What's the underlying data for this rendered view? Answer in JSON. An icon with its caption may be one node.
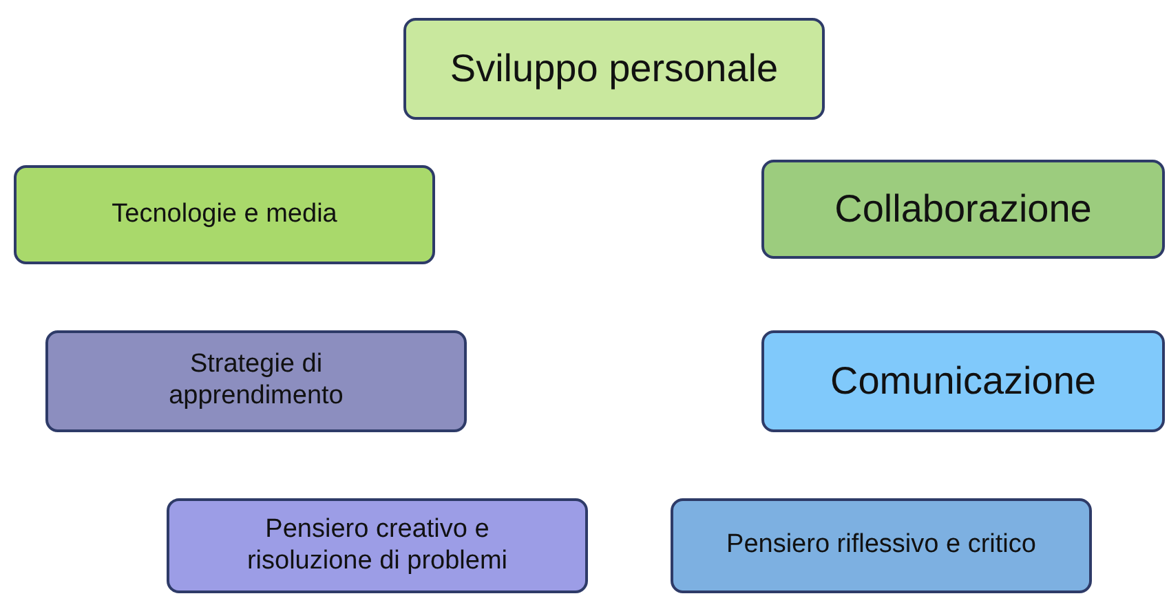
{
  "diagram": {
    "nodes": [
      {
        "text": [
          "Sviluppo personale"
        ]
      },
      {
        "text": [
          "Tecnologie e media"
        ]
      },
      {
        "text": [
          "Collaborazione"
        ]
      },
      {
        "text": [
          "Strategie di apprendimento"
        ]
      },
      {
        "text": [
          "Comunicazione"
        ]
      },
      {
        "text": [
          "Pensiero creativo e risoluzione di problemi"
        ]
      },
      {
        "text": [
          "Pensiero riflessivo e critico"
        ]
      }
    ]
  }
}
